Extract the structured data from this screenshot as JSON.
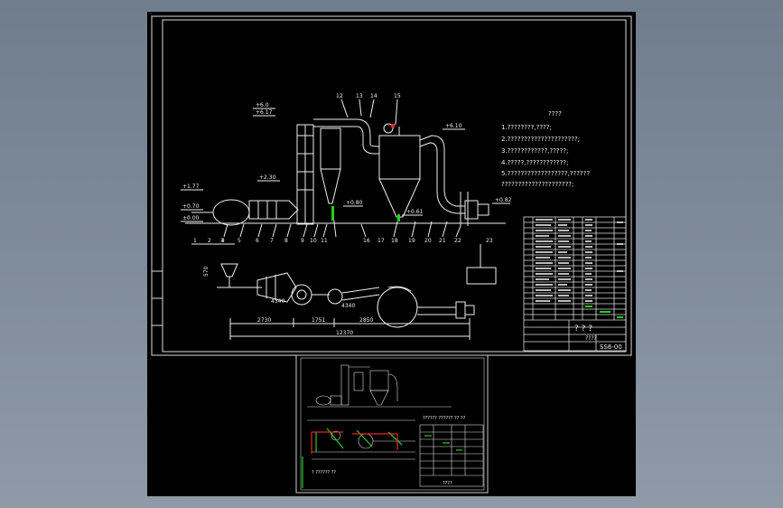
{
  "main_drawing": {
    "notes_title": "????",
    "notes": [
      "1.????????,????;",
      "2.?????????????????????;",
      "3.????????????,?????;",
      "4.?????,????????????;",
      "5.??????????????????,??????",
      "  ?????????????????????;"
    ],
    "elevations": [
      "+6.0",
      "+6.17",
      "+6.10",
      "+2.30",
      "+1.77",
      "+0.70",
      "±0.00",
      "+0.80",
      "+0.61",
      "+0.82"
    ],
    "part_numbers_top": [
      "12",
      "13",
      "14",
      "15"
    ],
    "part_numbers_bottom": [
      "4",
      "5",
      "6",
      "7",
      "8",
      "9",
      "10",
      "11",
      "16",
      "17",
      "18",
      "19",
      "20",
      "21",
      "22"
    ],
    "part_numbers_plan": [
      "1",
      "2",
      "3",
      "23"
    ],
    "dimensions": [
      "2730",
      "1751",
      "2850",
      "12370",
      "4340",
      "4340",
      "570"
    ],
    "title_block": {
      "name": "? ? ?",
      "subtitle": "????",
      "drawing_no": "SS6-00"
    }
  },
  "thumbnail": {
    "notes": [
      "?????? ?????? ?? ??",
      "? ?????? ??"
    ],
    "title_text": "????"
  }
}
